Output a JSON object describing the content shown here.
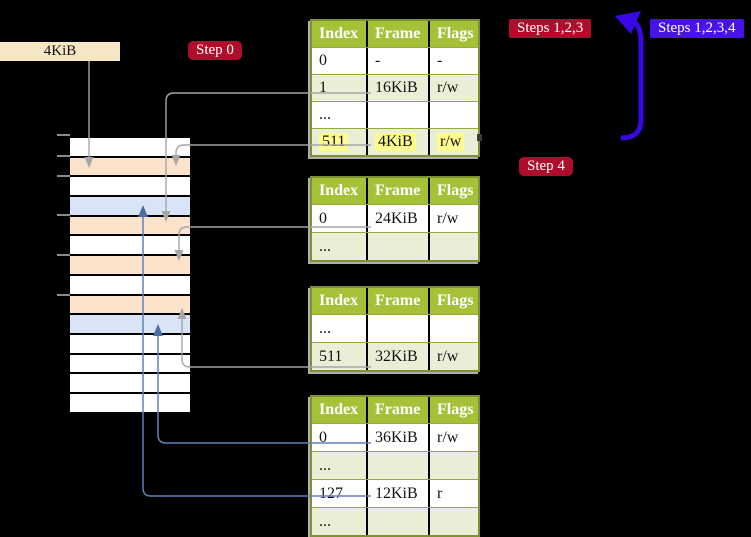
{
  "colors": {
    "background": "#000000",
    "crimson_badge": "#AE0E2C",
    "blue_badge": "#4813E6",
    "thick_arrow_blue": "#3A08E8",
    "table_header_green": "#A5C138",
    "table_shaded_row_green": "#E9EFD6",
    "table_border_olive": "#7F9032",
    "highlight_yellow": "#FEFB8F",
    "stack_white": "#FFFFFF",
    "stack_peach": "#FBE3CB",
    "stack_blue": "#D9E4F6",
    "box_beige": "#F5E7C5",
    "connector_gray": "#A6A6A6",
    "connector_blue": "#5E82BA"
  },
  "cr3_box": {
    "label": "4KiB"
  },
  "badges": {
    "step0": "Step 0",
    "steps123": "Steps 1,2,3",
    "steps1234": "Steps 1,2,3,4",
    "step4": "Step 4"
  },
  "tables": [
    {
      "name": "page-table-level-4",
      "headers": [
        "Index",
        "Frame",
        "Flags"
      ],
      "rows": [
        {
          "cells": [
            "0",
            "-",
            "-"
          ],
          "shaded": false,
          "highlighted": false
        },
        {
          "cells": [
            "1",
            "16KiB",
            "r/w"
          ],
          "shaded": true,
          "highlighted": false
        },
        {
          "cells": [
            "...",
            "",
            ""
          ],
          "shaded": false,
          "highlighted": false
        },
        {
          "cells": [
            "511",
            "4KiB",
            "r/w"
          ],
          "shaded": true,
          "highlighted": true
        }
      ]
    },
    {
      "name": "page-table-level-3",
      "headers": [
        "Index",
        "Frame",
        "Flags"
      ],
      "rows": [
        {
          "cells": [
            "0",
            "24KiB",
            "r/w"
          ],
          "shaded": false,
          "highlighted": false
        },
        {
          "cells": [
            "...",
            "",
            ""
          ],
          "shaded": true,
          "highlighted": false
        }
      ]
    },
    {
      "name": "page-table-level-2",
      "headers": [
        "Index",
        "Frame",
        "Flags"
      ],
      "rows": [
        {
          "cells": [
            "...",
            "",
            ""
          ],
          "shaded": false,
          "highlighted": false
        },
        {
          "cells": [
            "511",
            "32KiB",
            "r/w"
          ],
          "shaded": true,
          "highlighted": false
        }
      ]
    },
    {
      "name": "page-table-level-1",
      "headers": [
        "Index",
        "Frame",
        "Flags"
      ],
      "rows": [
        {
          "cells": [
            "0",
            "36KiB",
            "r/w"
          ],
          "shaded": false,
          "highlighted": false
        },
        {
          "cells": [
            "...",
            "",
            ""
          ],
          "shaded": true,
          "highlighted": false
        },
        {
          "cells": [
            "127",
            "12KiB",
            "r"
          ],
          "shaded": false,
          "highlighted": false
        },
        {
          "cells": [
            "...",
            "",
            ""
          ],
          "shaded": true,
          "highlighted": false
        }
      ]
    }
  ],
  "memory_stack": {
    "rows": [
      "white",
      "peach",
      "white",
      "blue",
      "peach",
      "white",
      "peach",
      "white",
      "peach",
      "blue",
      "white",
      "white",
      "white",
      "white"
    ]
  }
}
